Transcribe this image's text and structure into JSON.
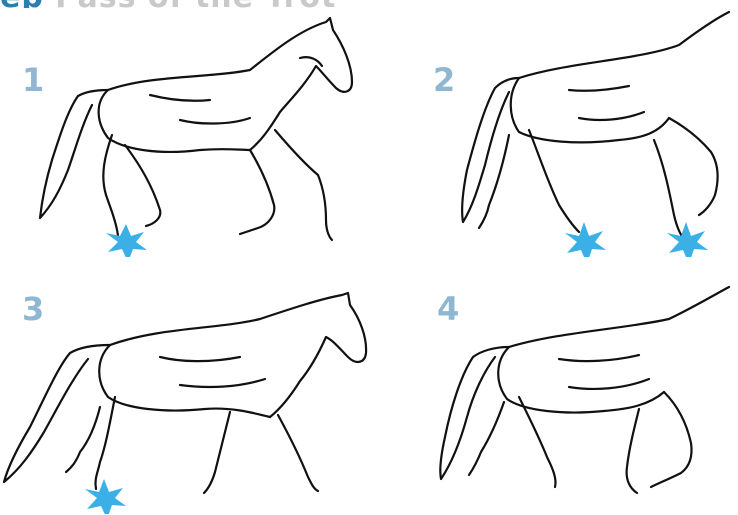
{
  "header": {
    "title_accent": "ep",
    "title_rest": "Pass of the Trot"
  },
  "phases": [
    {
      "number": "1",
      "grounded_hooves": "left hind"
    },
    {
      "number": "2",
      "grounded_hooves": "right hind, left fore"
    },
    {
      "number": "3",
      "grounded_hooves": "right hind"
    },
    {
      "number": "4",
      "grounded_hooves": "none (suspension)"
    }
  ],
  "colors": {
    "impact": "#3ab0e6",
    "number": "#8fb7d2",
    "line": "#111111"
  }
}
